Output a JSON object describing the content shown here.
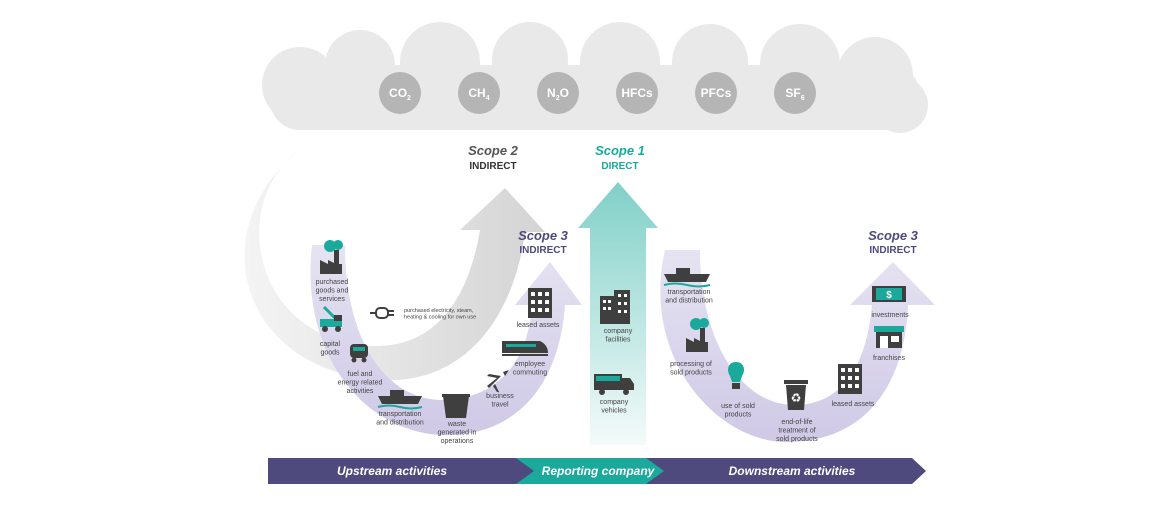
{
  "gases": [
    {
      "base": "CO",
      "sub": "2"
    },
    {
      "base": "CH",
      "sub": "4"
    },
    {
      "base": "N",
      "sub": "2",
      "tail": "O"
    },
    {
      "base": "HFCs",
      "sub": ""
    },
    {
      "base": "PFCs",
      "sub": ""
    },
    {
      "base": "SF",
      "sub": "6"
    }
  ],
  "scopes": {
    "scope2": {
      "title": "Scope 2",
      "subtitle": "INDIRECT"
    },
    "scope1": {
      "title": "Scope 1",
      "subtitle": "DIRECT"
    },
    "scope3_up": {
      "title": "Scope 3",
      "subtitle": "INDIRECT"
    },
    "scope3_down": {
      "title": "Scope 3",
      "subtitle": "INDIRECT"
    }
  },
  "labels": {
    "purchased_goods": [
      "purchased",
      "goods and",
      "services"
    ],
    "capital_goods": [
      "capital",
      "goods"
    ],
    "fuel_energy": [
      "fuel and",
      "energy related",
      "activities"
    ],
    "transport_up": [
      "transportation",
      "and distribution"
    ],
    "waste": [
      "waste",
      "generated in",
      "operations"
    ],
    "business_travel": [
      "business",
      "travel"
    ],
    "employee_commuting": [
      "employee",
      "commuting"
    ],
    "leased_assets_up": [
      "leased assets"
    ],
    "purchased_electricity": [
      "purchased electricity, steam,",
      "heating & cooling for own use"
    ],
    "company_facilities": [
      "company",
      "facilities"
    ],
    "company_vehicles": [
      "company",
      "vehicles"
    ],
    "transport_down": [
      "transportation",
      "and distribution"
    ],
    "processing": [
      "processing of",
      "sold products"
    ],
    "use_sold": [
      "use of sold",
      "products"
    ],
    "end_of_life": [
      "end-of-life",
      "treatment of",
      "sold products"
    ],
    "leased_assets_down": [
      "leased assets"
    ],
    "franchises": [
      "franchises"
    ],
    "investments": [
      "investments"
    ]
  },
  "bottom_bar": {
    "upstream": "Upstream activities",
    "reporting": "Reporting company",
    "downstream": "Downstream activities"
  },
  "colors": {
    "purple": "#4e4a7e",
    "teal": "#1aa99b",
    "cloud": "#e9e9e9",
    "gas_circle": "#b5b5b5",
    "grey_arrow": "#cfcfcf",
    "lavender": "#d9d6ea",
    "dark_icon": "#3f3f3f"
  }
}
